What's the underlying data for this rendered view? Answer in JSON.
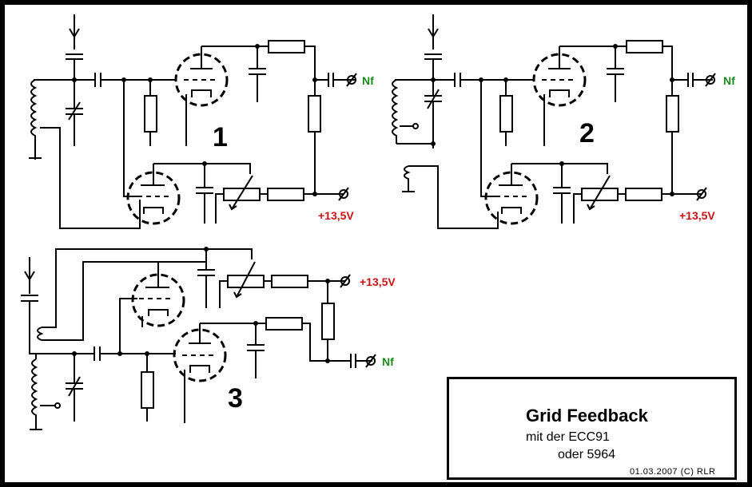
{
  "diagram": {
    "circuit_labels": [
      "1",
      "2",
      "3"
    ],
    "supply_label": "+13,5V",
    "output_label": "Nf"
  },
  "info": {
    "title": "Grid Feedback",
    "line1": "mit der ECC91",
    "line2": "oder 5964",
    "footer": "01.03.2007  (C)  RLR"
  }
}
